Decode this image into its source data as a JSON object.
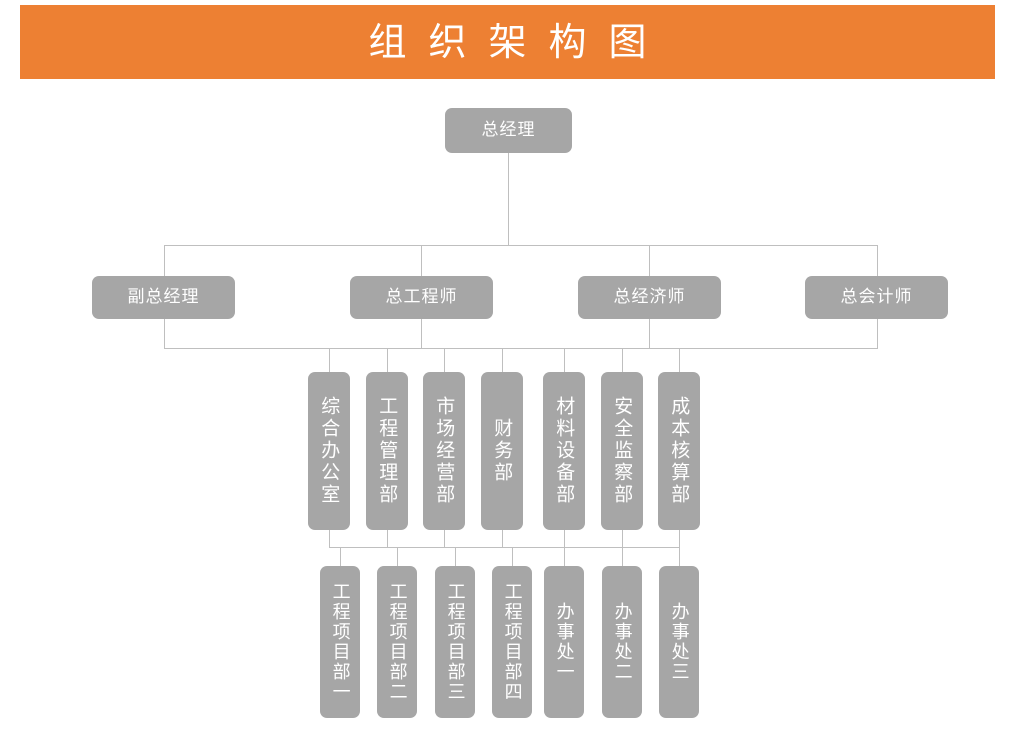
{
  "title": {
    "text": "组织架构图",
    "banner_color": "#ed8033",
    "text_color": "#ffffff"
  },
  "theme": {
    "node_fill": "#a6a6a6",
    "node_text": "#ffffff",
    "connector_color": "#bfbfbf",
    "background": "#ffffff"
  },
  "chart_data": {
    "type": "diagram",
    "diagram_type": "org-chart",
    "title": "组织架构图",
    "levels": [
      {
        "level": 1,
        "label": "top",
        "nodes": [
          {
            "id": "gm",
            "label": "总经理",
            "orientation": "horizontal"
          }
        ]
      },
      {
        "level": 2,
        "label": "executives",
        "nodes": [
          {
            "id": "deputy-gm",
            "label": "副总经理",
            "orientation": "horizontal"
          },
          {
            "id": "chief-engineer",
            "label": "总工程师",
            "orientation": "horizontal"
          },
          {
            "id": "chief-economist",
            "label": "总经济师",
            "orientation": "horizontal"
          },
          {
            "id": "chief-accountant",
            "label": "总会计师",
            "orientation": "horizontal"
          }
        ]
      },
      {
        "level": 3,
        "label": "departments",
        "nodes": [
          {
            "id": "general-office",
            "label": "综合办公室",
            "orientation": "vertical"
          },
          {
            "id": "engineering-mgmt",
            "label": "工程管理部",
            "orientation": "vertical"
          },
          {
            "id": "market-operations",
            "label": "市场经营部",
            "orientation": "vertical"
          },
          {
            "id": "finance",
            "label": "财务部",
            "orientation": "vertical"
          },
          {
            "id": "material-equipment",
            "label": "材料设备部",
            "orientation": "vertical"
          },
          {
            "id": "safety-supervision",
            "label": "安全监察部",
            "orientation": "vertical"
          },
          {
            "id": "cost-accounting",
            "label": "成本核算部",
            "orientation": "vertical"
          }
        ]
      },
      {
        "level": 4,
        "label": "units",
        "nodes": [
          {
            "id": "project-dept-1",
            "label": "工程项目部一",
            "orientation": "vertical"
          },
          {
            "id": "project-dept-2",
            "label": "工程项目部二",
            "orientation": "vertical"
          },
          {
            "id": "project-dept-3",
            "label": "工程项目部三",
            "orientation": "vertical"
          },
          {
            "id": "project-dept-4",
            "label": "工程项目部四",
            "orientation": "vertical"
          },
          {
            "id": "office-1",
            "label": "办事处一",
            "orientation": "vertical"
          },
          {
            "id": "office-2",
            "label": "办事处二",
            "orientation": "vertical"
          },
          {
            "id": "office-3",
            "label": "办事处三",
            "orientation": "vertical"
          }
        ]
      }
    ]
  }
}
